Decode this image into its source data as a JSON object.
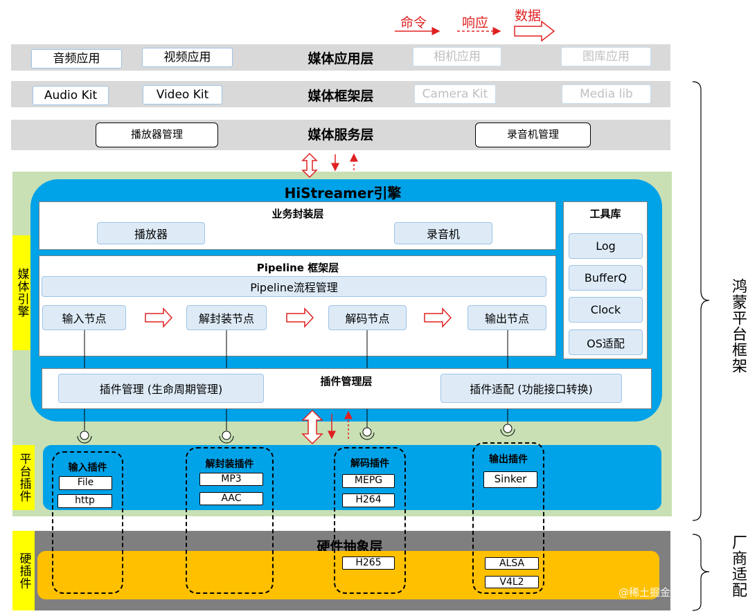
{
  "legend": {
    "command": "命令",
    "response": "响应",
    "data": "数据"
  },
  "layers": {
    "app": {
      "title": "媒体应用层",
      "items": [
        "音频应用",
        "视频应用",
        "相机应用",
        "图库应用"
      ]
    },
    "framework": {
      "title": "媒体框架层",
      "items": [
        "Audio Kit",
        "Video Kit",
        "Camera Kit",
        "Media lib"
      ]
    },
    "service": {
      "title": "媒体服务层",
      "items": [
        "播放器管理",
        "录音机管理"
      ]
    }
  },
  "engine": {
    "title": "HiStreamer引擎",
    "side_label": "媒体引擎",
    "business": {
      "title": "业务封装层",
      "items": [
        "播放器",
        "录音机"
      ]
    },
    "pipeline": {
      "title": "Pipeline 框架层",
      "flow": "Pipeline流程管理",
      "nodes": [
        "输入节点",
        "解封装节点",
        "解码节点",
        "输出节点"
      ]
    },
    "tools": {
      "title": "工具库",
      "items": [
        "Log",
        "BufferQ",
        "Clock",
        "OS适配"
      ]
    },
    "plugin_mgmt": {
      "title": "插件管理层",
      "left": "插件管理 (生命周期管理)",
      "right": "插件适配 (功能接口转换)"
    }
  },
  "platform_plugins": {
    "side_label": "平台插件",
    "groups": [
      {
        "title": "输入插件",
        "items": [
          "File",
          "http"
        ]
      },
      {
        "title": "解封装插件",
        "items": [
          "MP3",
          "AAC"
        ]
      },
      {
        "title": "解码插件",
        "items": [
          "MEPG",
          "H264"
        ]
      },
      {
        "title": "输出插件",
        "items": [
          "Sinker"
        ]
      }
    ]
  },
  "hardware": {
    "title": "硬件抽象层",
    "side_label": "硬插件",
    "items": [
      "H265",
      "ALSA",
      "V4L2"
    ]
  },
  "right_labels": {
    "platform": "鸿蒙平台框架",
    "vendor": "厂商适配"
  },
  "watermark": "@稀土掘金技术社区",
  "colors": {
    "arrow_red": "#e02020",
    "engine_blue": "#00a2e8",
    "green_bg": "#c8e0b4",
    "hw_orange": "#ffc000",
    "hw_gray": "#7f7f7f",
    "yellow_label": "#ffff00"
  }
}
